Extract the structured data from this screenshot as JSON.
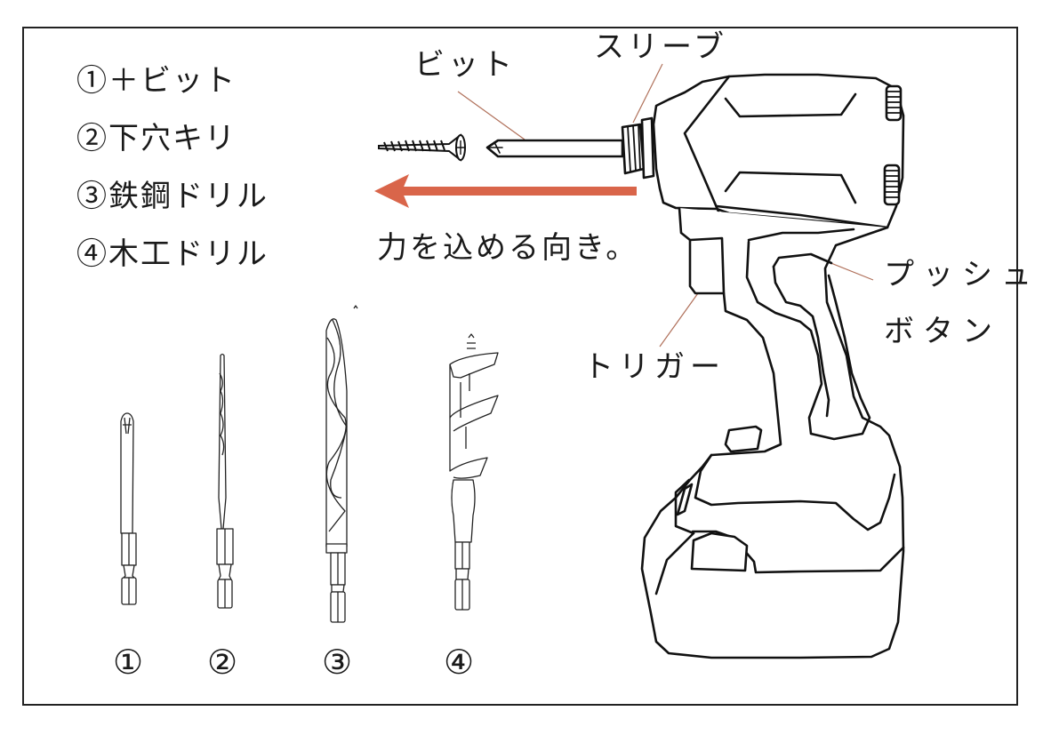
{
  "legend": {
    "items": [
      {
        "marker": "①",
        "label": "＋ビット"
      },
      {
        "marker": "②",
        "label": "下穴キリ"
      },
      {
        "marker": "③",
        "label": "鉄鋼ドリル"
      },
      {
        "marker": "④",
        "label": "木工ドリル"
      }
    ]
  },
  "callouts": {
    "bit": "ビット",
    "sleeve": "スリーブ",
    "push_button_line1": "プッシュ",
    "push_button_line2": "ボタン",
    "trigger": "トリガー",
    "force_direction": "力を込める向き。"
  },
  "bit_numbers": [
    "①",
    "②",
    "③",
    "④"
  ],
  "colors": {
    "arrow": "#D9654A",
    "leader_line": "#B0705A",
    "outline": "#111111",
    "frame": "#222222"
  },
  "icons": {
    "screw": "screw-icon",
    "impact_driver": "impact-driver-icon",
    "arrow": "arrow-left-icon"
  }
}
